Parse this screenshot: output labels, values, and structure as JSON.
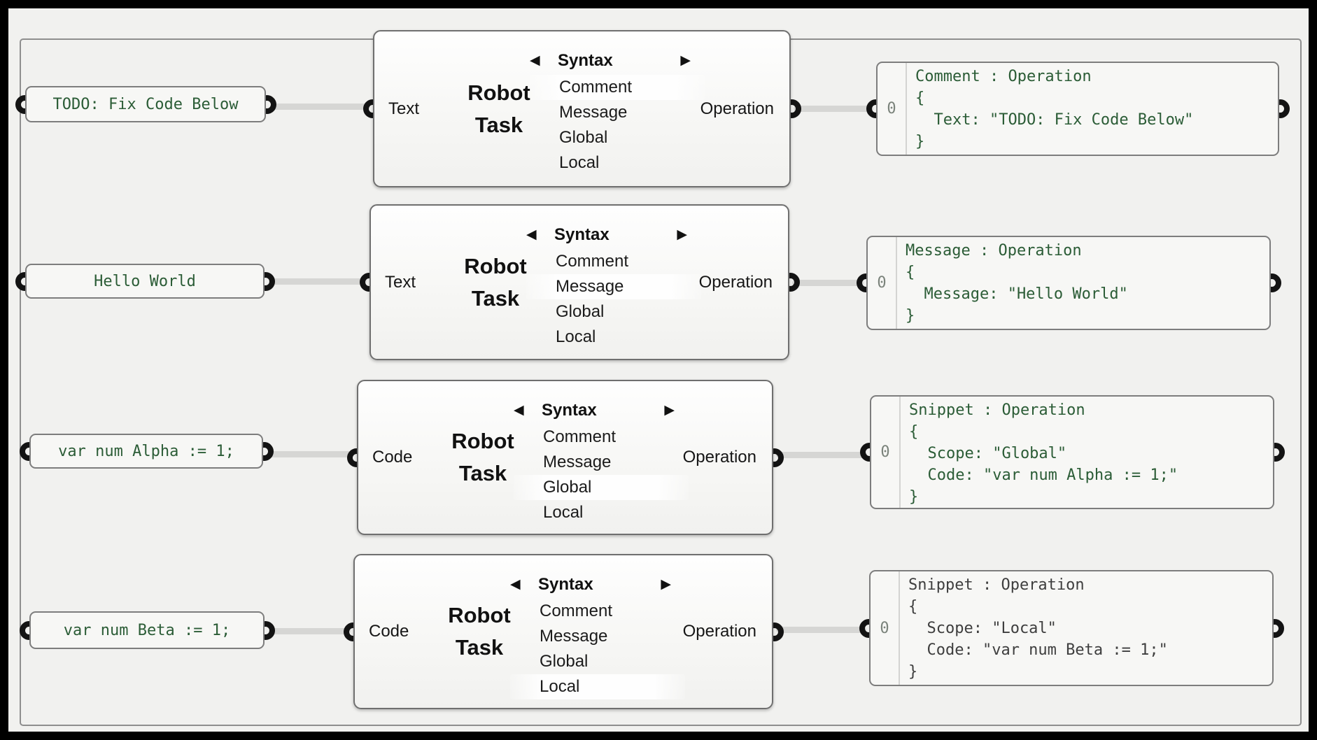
{
  "component": {
    "title": "Robot\nTask"
  },
  "syntax": {
    "header": "Syntax",
    "left_arrow": "◀",
    "right_arrow": "▶",
    "options": [
      "Comment",
      "Message",
      "Global",
      "Local"
    ]
  },
  "rows": [
    {
      "input_text": "TODO: Fix Code Below",
      "input_label": "Text",
      "output_label": "Operation",
      "selected_option": "Comment",
      "output_index": "0",
      "output_code": "Comment : Operation\n{\n  Text: \"TODO: Fix Code Below\"\n}"
    },
    {
      "input_text": "Hello World",
      "input_label": "Text",
      "output_label": "Operation",
      "selected_option": "Message",
      "output_index": "0",
      "output_code": "Message : Operation\n{\n  Message: \"Hello World\"\n}"
    },
    {
      "input_text": "var num Alpha := 1;",
      "input_label": "Code",
      "output_label": "Operation",
      "selected_option": "Global",
      "output_index": "0",
      "output_code": "Snippet : Operation\n{\n  Scope: \"Global\"\n  Code: \"var num Alpha := 1;\"\n}"
    },
    {
      "input_text": "var num Beta := 1;",
      "input_label": "Code",
      "output_label": "Operation",
      "selected_option": "Local",
      "output_index": "0",
      "output_code": "Snippet : Operation\n{\n  Scope: \"Local\"\n  Code: \"var num Beta := 1;\"\n}"
    }
  ],
  "colors": {
    "canvas_bg": "#f1f1ef",
    "wire": "#d6d6d4",
    "panel_text_green": "#2b5c36",
    "row4_code_text": "#3e3e3e"
  }
}
